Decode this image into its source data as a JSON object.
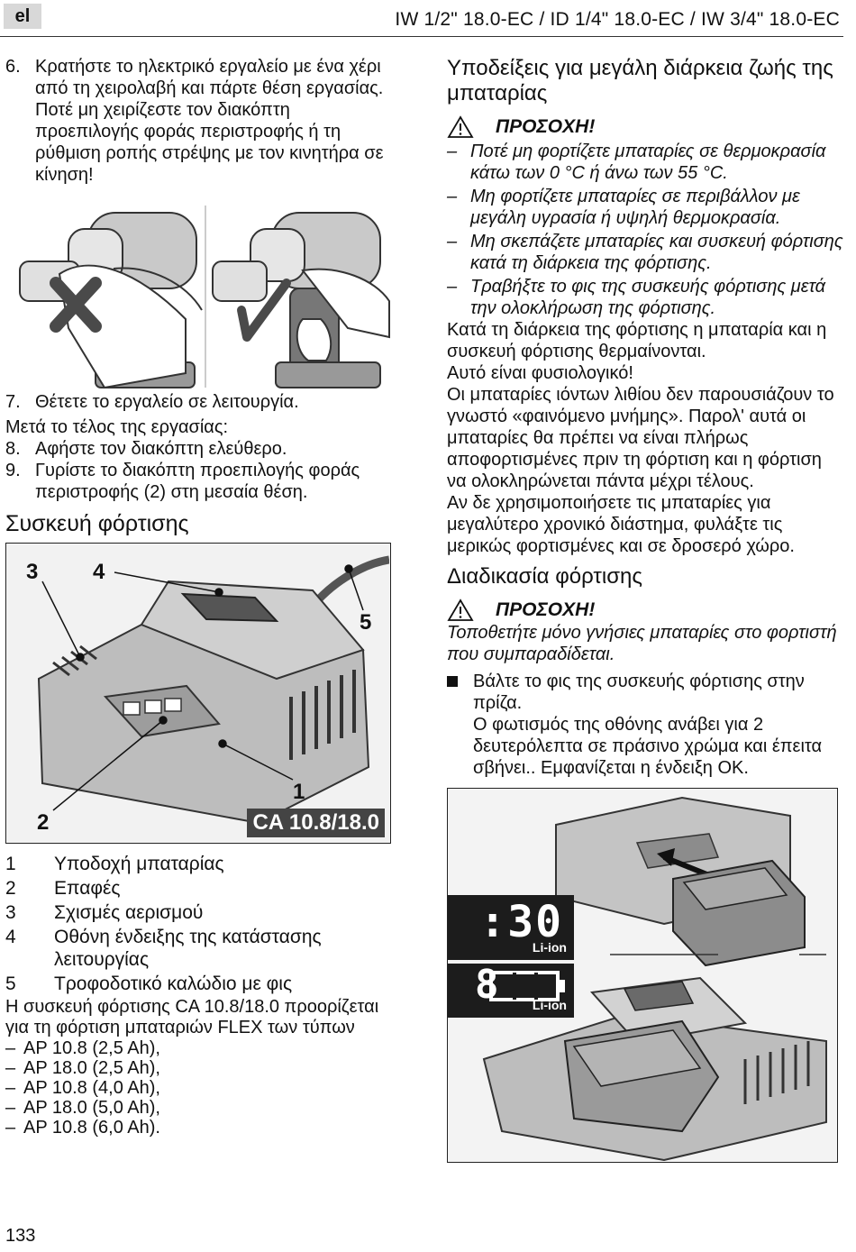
{
  "header": {
    "lang": "el",
    "title": "IW 1/2\" 18.0-EC / ID 1/4\" 18.0-EC / IW 3/4\" 18.0-EC"
  },
  "left": {
    "step6": {
      "num": "6.",
      "text": "Κρατήστε το ηλεκτρικό εργαλείο με ένα χέρι από τη χειρολαβή και πάρτε θέση εργασίας.",
      "warning": "Ποτέ μη χειρίζεστε τον διακόπτη προεπιλογής φοράς περιστροφής ή τη ρύθμιση ροπής στρέψης με τον κινητήρα σε κίνηση!"
    },
    "step7": {
      "num": "7.",
      "text": "Θέτετε το εργαλείο σε λειτουργία."
    },
    "after_work": "Μετά το τέλος της εργασίας:",
    "step8": {
      "num": "8.",
      "text": "Αφήστε τον διακόπτη ελεύθερο."
    },
    "step9": {
      "num": "9.",
      "text": "Γυρίστε το διακόπτη προεπιλογής φοράς περιστροφής (2) στη μεσαία θέση."
    },
    "charger_heading": "Συσκευή φόρτισης",
    "charger_figure": {
      "labels": [
        "1",
        "2",
        "3",
        "4",
        "5"
      ],
      "model_badge": "CA 10.8/18.0"
    },
    "legend": [
      {
        "num": "1",
        "text": "Υποδοχή μπαταρίας"
      },
      {
        "num": "2",
        "text": "Επαφές"
      },
      {
        "num": "3",
        "text": "Σχισμές αερισμού"
      },
      {
        "num": "4",
        "text": "Οθόνη ένδειξης της κατάστασης λειτουργίας"
      },
      {
        "num": "5",
        "text": "Τροφοδοτικό καλώδιο με φις"
      }
    ],
    "intended_use": "Η συσκευή φόρτισης CA 10.8/18.0 προορίζεται για τη φόρτιση μπαταριών FLEX των τύπων",
    "battery_types": [
      "AP 10.8 (2,5 Ah),",
      "AP 18.0 (2,5 Ah),",
      "AP 10.8 (4,0 Ah),",
      "AP 18.0 (5,0 Ah),",
      "AP 10.8 (6,0 Ah)."
    ],
    "dash": "–"
  },
  "right": {
    "tips_heading": "Υποδείξεις για μεγάλη διάρκεια ζωής της μπαταρίας",
    "caution_label": "ΠΡΟΣΟΧΗ!",
    "caution_items": [
      "Ποτέ μη φορτίζετε μπαταρίες σε θερμοκρασία κάτω των 0 °C ή άνω των 55 °C.",
      "Μη φορτίζετε μπαταρίες σε περιβάλλον με μεγάλη υγρασία ή υψηλή θερμοκρασία.",
      "Μη σκεπάζετε μπαταρίες και συσκευή φόρτισης κατά τη διάρκεια της φόρτισης.",
      "Τραβήξτε το φις της συσκευής φόρτισης μετά την ολοκλήρωση της φόρτισης."
    ],
    "tips_body": [
      "Κατά τη διάρκεια της φόρτισης η μπαταρία και η συσκευή φόρτισης θερμαίνονται.",
      "Αυτό είναι φυσιολογικό!",
      "Οι μπαταρίες ιόντων λιθίου δεν παρουσιάζουν το γνωστό «φαινόμενο μνήμης». Παρολ' αυτά οι μπαταρίες θα πρέπει να είναι πλήρως αποφορτισμένες πριν τη φόρτιση και η φόρτιση να ολοκληρώνεται πάντα μέχρι τέλους.",
      "Αν δε χρησιμοποιήσετε τις μπαταρίες για μεγαλύτερο χρονικό διάστημα, φυλάξτε τις μερικώς φορτισμένες και σε δροσερό χώρο."
    ],
    "process_heading": "Διαδικασία φόρτισης",
    "caution2_label": "ΠΡΟΣΟΧΗ!",
    "caution2_text": "Τοποθετήτε μόνο γνήσιες μπαταρίες στο φορτιστή που συμπαραδίδεται.",
    "bullet_main": "Βάλτε το φις της συσκευής φόρτισης στην πρίζα.",
    "bullet_detail": "Ο φωτισμός της οθόνης ανάβει για 2 δευτερόλεπτα σε πράσινο χρώμα και έπειτα σβήνει.. Εμφανίζεται η ένδειξη ΟΚ.",
    "display_figure": {
      "display1": ":30",
      "display2": "8",
      "li_ion": "Li-ion"
    }
  },
  "footer": {
    "page": "133"
  }
}
